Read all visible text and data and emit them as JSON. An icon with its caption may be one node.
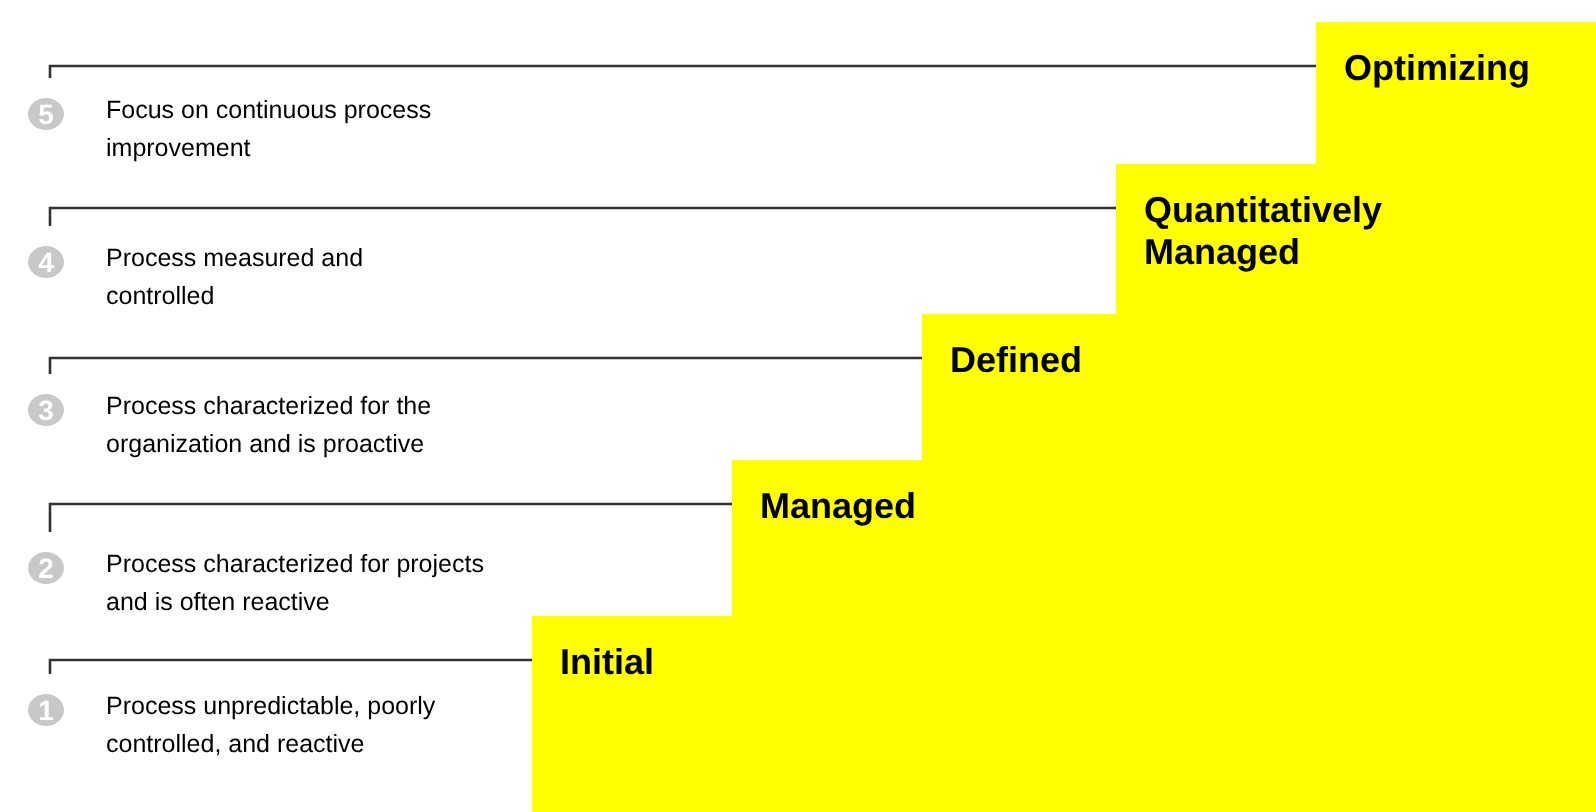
{
  "diagram": {
    "nodes": [
      {
        "text": [
          "Optimizing"
        ]
      },
      {
        "text": [
          "Quantitatively Managed"
        ]
      },
      {
        "text": [
          "Defined"
        ]
      },
      {
        "text": [
          "Managed"
        ]
      },
      {
        "text": [
          "Initial"
        ]
      },
      {
        "text": [
          "5",
          "Focus on continuous process improvement"
        ]
      },
      {
        "text": [
          "4",
          "Process measured and controlled"
        ]
      },
      {
        "text": [
          "3",
          "Process characterized for the organization and is proactive"
        ]
      },
      {
        "text": [
          "2",
          "Process characterized for projects and is often reactive"
        ]
      },
      {
        "text": [
          "1",
          "Process unpredictable, poorly controlled, and reactive"
        ]
      }
    ],
    "edges": [
      {
        "from": 5,
        "to": 0,
        "arrow": "none"
      },
      {
        "from": 6,
        "to": 1,
        "arrow": "none"
      },
      {
        "from": 7,
        "to": 2,
        "arrow": "none"
      },
      {
        "from": 8,
        "to": 3,
        "arrow": "none"
      },
      {
        "from": 9,
        "to": 4,
        "arrow": "none"
      }
    ]
  }
}
